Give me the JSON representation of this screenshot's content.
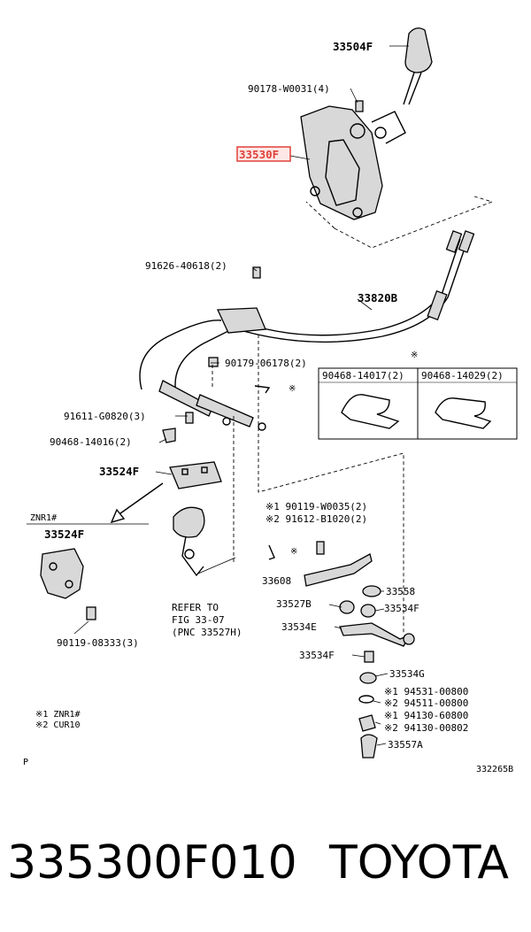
{
  "labels": {
    "p33504F": "33504F",
    "p90178": "90178-W0031(4)",
    "p33530F": "33530F",
    "p91626": "91626-40618(2)",
    "p33820B": "33820B",
    "p90179": "90179-06178(2)",
    "p90468_14017": "90468-14017(2)",
    "p90468_14029": "90468-14029(2)",
    "p91611": "91611-G0820(3)",
    "p90468_14016": "90468-14016(2)",
    "p33524F_main": "33524F",
    "znr1_title": "ZNR1#",
    "p33524F_inset": "33524F",
    "p90119_08333": "90119-08333(3)",
    "p90119_W0035": "※1 90119-W0035(2)",
    "p91612": "※2 91612-B1020(2)",
    "refer_line1": "REFER TO",
    "refer_line2": "FIG 33-07",
    "refer_line3": "(PNC 33527H)",
    "p33608": "33608",
    "p33558": "33558",
    "p33527B": "33527B",
    "p33534F_a": "33534F",
    "p33534E": "33534E",
    "p33534F_b": "33534F",
    "p33534G": "33534G",
    "p94531": "※1 94531-00800",
    "p94511": "※2 94511-00800",
    "p94130_60800": "※1 94130-60800",
    "p94130_00802": "※2 94130-00802",
    "p33557A": "33557A",
    "note1": "※1 ZNR1#",
    "note2": "※2 CUR10",
    "p_mark": "P",
    "fig_code": "332265B",
    "asterisk": "※"
  },
  "footer": {
    "part_number": "335300F010",
    "brand": "TOYOTA"
  },
  "highlight_color": "#e0403a"
}
